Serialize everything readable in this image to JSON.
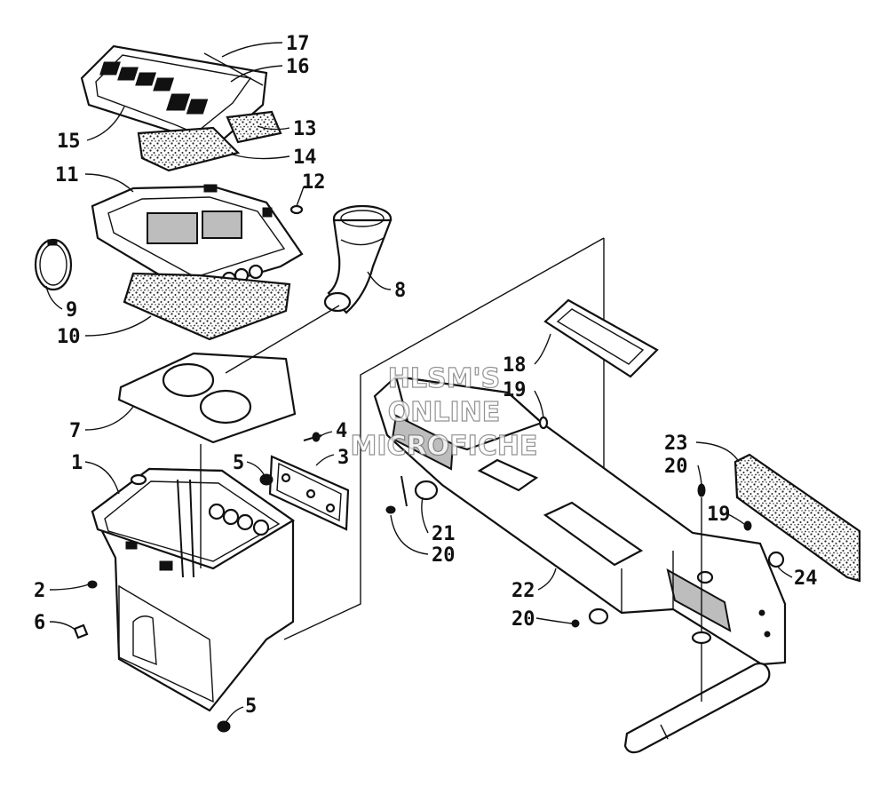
{
  "watermark": {
    "line1": "HLSM'S",
    "line2": "ONLINE",
    "line3": "MICROFICHE"
  },
  "labels": {
    "l1": "1",
    "l2": "2",
    "l3": "3",
    "l4": "4",
    "l5a": "5",
    "l5b": "5",
    "l6": "6",
    "l7": "7",
    "l8": "8",
    "l9": "9",
    "l10": "10",
    "l11": "11",
    "l12": "12",
    "l13": "13",
    "l14": "14",
    "l15": "15",
    "l16": "16",
    "l17": "17",
    "l18": "18",
    "l19a": "19",
    "l19b": "19",
    "l20a": "20",
    "l20b": "20",
    "l20c": "20",
    "l21": "21",
    "l22": "22",
    "l23": "23",
    "l24": "24"
  }
}
